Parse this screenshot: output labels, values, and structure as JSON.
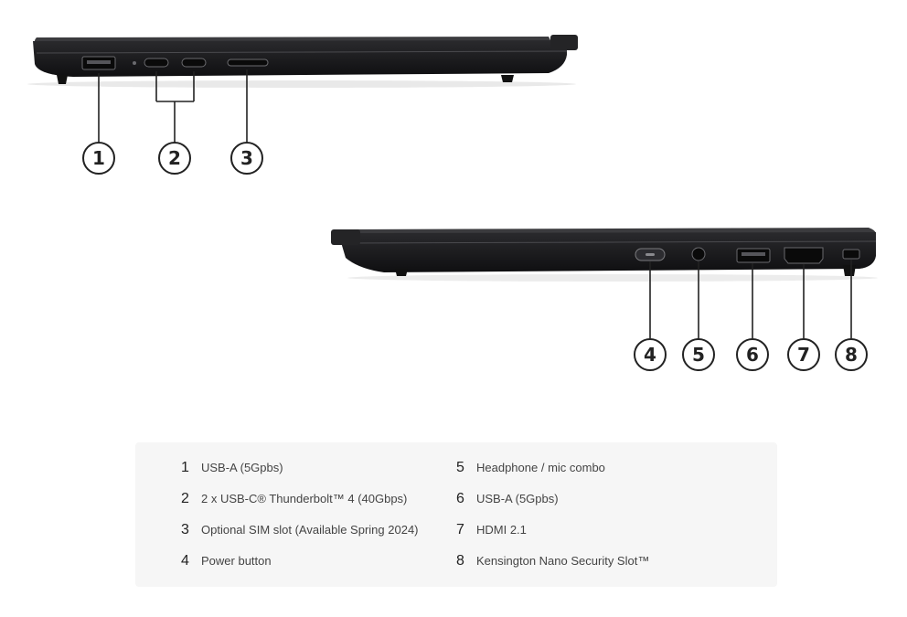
{
  "views": {
    "left_side": {
      "callouts": [
        "1",
        "2",
        "3"
      ]
    },
    "right_side": {
      "callouts": [
        "4",
        "5",
        "6",
        "7",
        "8"
      ]
    }
  },
  "legend": {
    "left_column": [
      {
        "num": "1",
        "label": "USB-A (5Gpbs)"
      },
      {
        "num": "2",
        "label": "2 x USB-C® Thunderbolt™ 4 (40Gbps)"
      },
      {
        "num": "3",
        "label": "Optional SIM slot (Available Spring 2024)"
      },
      {
        "num": "4",
        "label": "Power button"
      }
    ],
    "right_column": [
      {
        "num": "5",
        "label": "Headphone / mic combo"
      },
      {
        "num": "6",
        "label": "USB-A (5Gpbs)"
      },
      {
        "num": "7",
        "label": "HDMI 2.1"
      },
      {
        "num": "8",
        "label": "Kensington Nano Security Slot™"
      }
    ]
  },
  "colors": {
    "laptop_body": "#1c1c1e",
    "callout_stroke": "#222222",
    "panel_background": "#f6f6f6"
  }
}
